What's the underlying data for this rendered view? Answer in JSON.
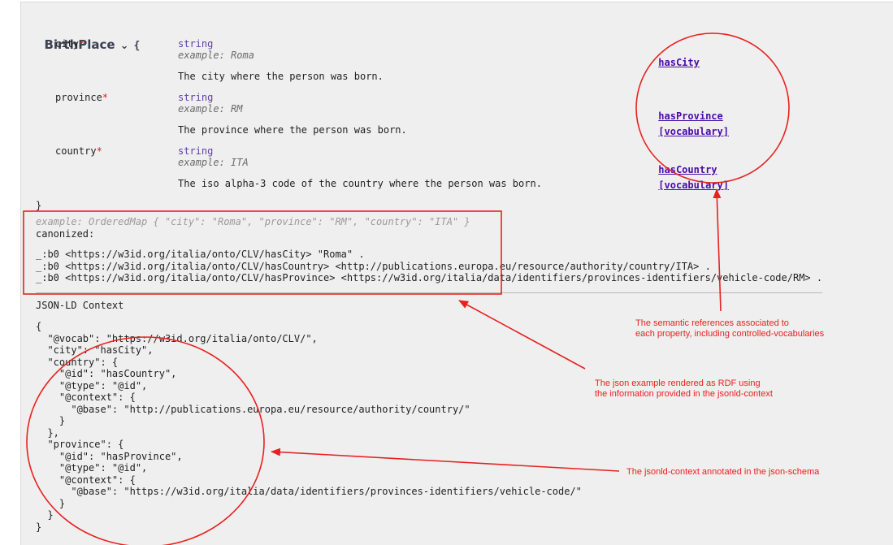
{
  "model": {
    "name": "BirthPlace",
    "brace_open": "{",
    "brace_close": "}",
    "properties": [
      {
        "name": "city",
        "required_mark": "*",
        "type": "string",
        "example": "example: Roma",
        "description": "The city where the person was born.",
        "ref": "hasCity",
        "vocab": ""
      },
      {
        "name": "province",
        "required_mark": "*",
        "type": "string",
        "example": "example: RM",
        "description": "The province where the person was born.",
        "ref": "hasProvince",
        "vocab": "[vocabulary]"
      },
      {
        "name": "country",
        "required_mark": "*",
        "type": "string",
        "example": "example: ITA",
        "description": "The iso alpha-3 code of the country where the person was born.",
        "ref": "hasCountry",
        "vocab": "[vocabulary]"
      }
    ]
  },
  "example": {
    "line": "example: OrderedMap { \"city\": \"Roma\", \"province\": \"RM\", \"country\": \"ITA\" }",
    "canonized_label": "canonized:",
    "triples": [
      "_:b0 <https://w3id.org/italia/onto/CLV/hasCity> \"Roma\" .",
      "_:b0 <https://w3id.org/italia/onto/CLV/hasCountry> <http://publications.europa.eu/resource/authority/country/ITA> .",
      "_:b0 <https://w3id.org/italia/onto/CLV/hasProvince> <https://w3id.org/italia/data/identifiers/provinces-identifiers/vehicle-code/RM> ."
    ]
  },
  "context": {
    "title": "JSON-LD Context",
    "lines": [
      "{",
      "  \"@vocab\": \"https://w3id.org/italia/onto/CLV/\",",
      "  \"city\": \"hasCity\",",
      "  \"country\": {",
      "    \"@id\": \"hasCountry\",",
      "    \"@type\": \"@id\",",
      "    \"@context\": {",
      "      \"@base\": \"http://publications.europa.eu/resource/authority/country/\"",
      "    }",
      "  },",
      "  \"province\": {",
      "    \"@id\": \"hasProvince\",",
      "    \"@type\": \"@id\",",
      "    \"@context\": {",
      "      \"@base\": \"https://w3id.org/italia/data/identifiers/provinces-identifiers/vehicle-code/\"",
      "    }",
      "  }",
      "}"
    ]
  },
  "annotations": {
    "semantic": "The semantic references associated to\neach property, including controlled-vocabularies",
    "rdf": "The json example rendered as RDF using\nthe information provided in the jsonld-context",
    "context": "The jsonld-context annotated in the json-schema"
  },
  "colors": {
    "annotation": "#e8201f",
    "link": "#4a0aa8",
    "type": "#5b3fa5",
    "required": "#d91f1f"
  },
  "icons": {
    "expand": "chevron-down-icon"
  }
}
